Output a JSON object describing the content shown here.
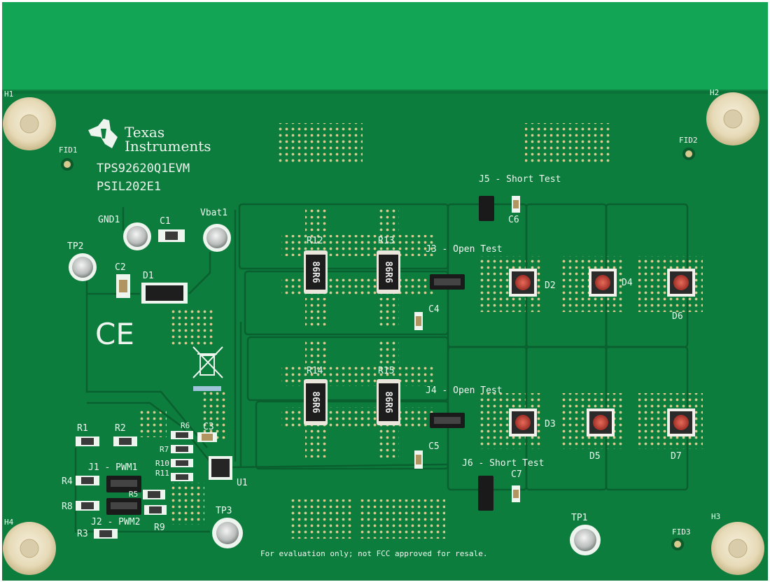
{
  "board": {
    "brand_line1": "Texas",
    "brand_line2": "Instruments",
    "model": "TPS92620Q1EVM",
    "pcb_id": "PSIL202E1",
    "footer_note": "For evaluation only; not FCC approved for resale.",
    "ce_mark": "CE"
  },
  "labels": {
    "h1": "H1",
    "h2": "H2",
    "h3": "H3",
    "h4": "H4",
    "fid1": "FID1",
    "fid2": "FID2",
    "fid3": "FID3",
    "gnd1": "GND1",
    "vbat1": "Vbat1",
    "tp1": "TP1",
    "tp2": "TP2",
    "tp3": "TP3",
    "c1": "C1",
    "c2": "C2",
    "c3": "C3",
    "c4": "C4",
    "c5": "C5",
    "c6": "C6",
    "c7": "C7",
    "d1": "D1",
    "d2": "D2",
    "d3": "D3",
    "d4": "D4",
    "d5": "D5",
    "d6": "D6",
    "d7": "D7",
    "r1": "R1",
    "r2": "R2",
    "r3": "R3",
    "r4": "R4",
    "r5": "R5",
    "r6": "R6",
    "r7": "R7",
    "r8": "R8",
    "r9": "R9",
    "r10": "R10",
    "r11": "R11",
    "r12": "R12",
    "r13": "R13",
    "r14": "R14",
    "r15": "R15",
    "u1": "U1",
    "j1": "J1 - PWM1",
    "j2": "J2 - PWM2",
    "j3": "J3 - Open Test",
    "j4": "J4 - Open Test",
    "j5": "J5 - Short Test",
    "j6": "J6 - Short Test",
    "resistor_marking": "86R6"
  },
  "colors": {
    "board_top": "#0fa050",
    "board_main": "#0c7e3d",
    "silkscreen": "#f2f6f2",
    "mounting_hole": "#e9dfc2",
    "led_red": "#c0392b"
  }
}
